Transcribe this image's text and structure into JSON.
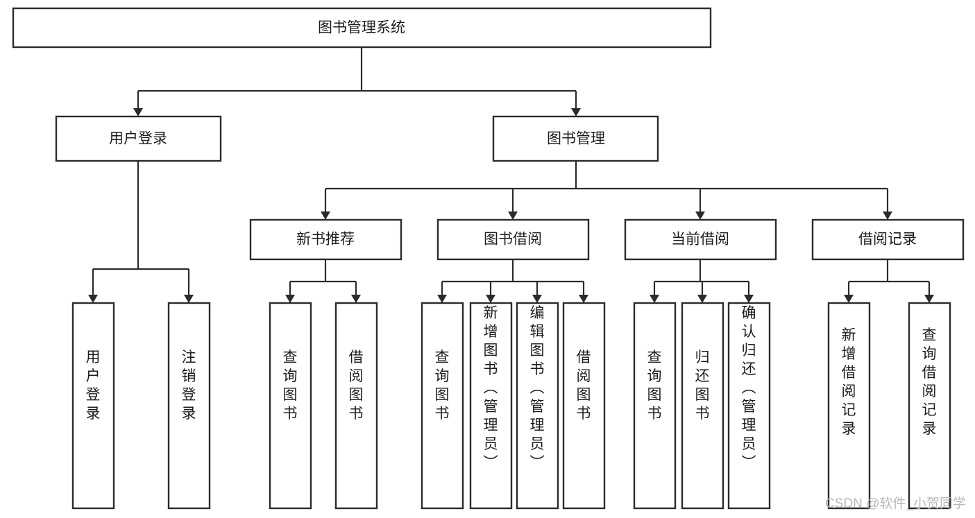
{
  "diagram": {
    "title": "图书管理系统",
    "type": "hierarchy-tree",
    "root": {
      "id": "root",
      "label": "图书管理系统",
      "orientation": "horizontal"
    },
    "level2": [
      {
        "id": "user-login",
        "label": "用户登录",
        "orientation": "horizontal"
      },
      {
        "id": "book-manage",
        "label": "图书管理",
        "orientation": "horizontal"
      }
    ],
    "level3": [
      {
        "id": "new-book-rec",
        "label": "新书推荐",
        "orientation": "horizontal",
        "parent": "book-manage"
      },
      {
        "id": "book-borrow",
        "label": "图书借阅",
        "orientation": "horizontal",
        "parent": "book-manage"
      },
      {
        "id": "current-borrow",
        "label": "当前借阅",
        "orientation": "horizontal",
        "parent": "book-manage"
      },
      {
        "id": "borrow-record",
        "label": "借阅记录",
        "orientation": "horizontal",
        "parent": "book-manage"
      }
    ],
    "leaves": [
      {
        "id": "leaf-user-login",
        "label": "用户登录",
        "orientation": "vertical",
        "parent": "user-login"
      },
      {
        "id": "leaf-user-logout",
        "label": "注销登录",
        "orientation": "vertical",
        "parent": "user-login"
      },
      {
        "id": "leaf-query-book-1",
        "label": "查询图书",
        "orientation": "vertical",
        "parent": "new-book-rec"
      },
      {
        "id": "leaf-borrow-book-1",
        "label": "借阅图书",
        "orientation": "vertical",
        "parent": "new-book-rec"
      },
      {
        "id": "leaf-query-book-2",
        "label": "查询图书",
        "orientation": "vertical",
        "parent": "book-borrow"
      },
      {
        "id": "leaf-add-book",
        "label": "新增图书（管理员）",
        "orientation": "vertical",
        "parent": "book-borrow"
      },
      {
        "id": "leaf-edit-book",
        "label": "编辑图书（管理员）",
        "orientation": "vertical",
        "parent": "book-borrow"
      },
      {
        "id": "leaf-borrow-book-2",
        "label": "借阅图书",
        "orientation": "vertical",
        "parent": "book-borrow"
      },
      {
        "id": "leaf-query-book-3",
        "label": "查询图书",
        "orientation": "vertical",
        "parent": "current-borrow"
      },
      {
        "id": "leaf-return-book",
        "label": "归还图书",
        "orientation": "vertical",
        "parent": "current-borrow"
      },
      {
        "id": "leaf-confirm-return",
        "label": "确认归还（管理员）",
        "orientation": "vertical",
        "parent": "current-borrow"
      },
      {
        "id": "leaf-add-record",
        "label": "新增借阅记录",
        "orientation": "vertical",
        "parent": "borrow-record"
      },
      {
        "id": "leaf-query-record",
        "label": "查询借阅记录",
        "orientation": "vertical",
        "parent": "borrow-record"
      }
    ],
    "colors": {
      "box_stroke": "#2b2b2b",
      "box_fill": "#ffffff",
      "text": "#1c1c1c",
      "connector": "#2b2b2b",
      "background": "#ffffff",
      "watermark": "#b9b9b9"
    }
  },
  "watermark": {
    "text": "CSDN @软件_小贺同学"
  }
}
